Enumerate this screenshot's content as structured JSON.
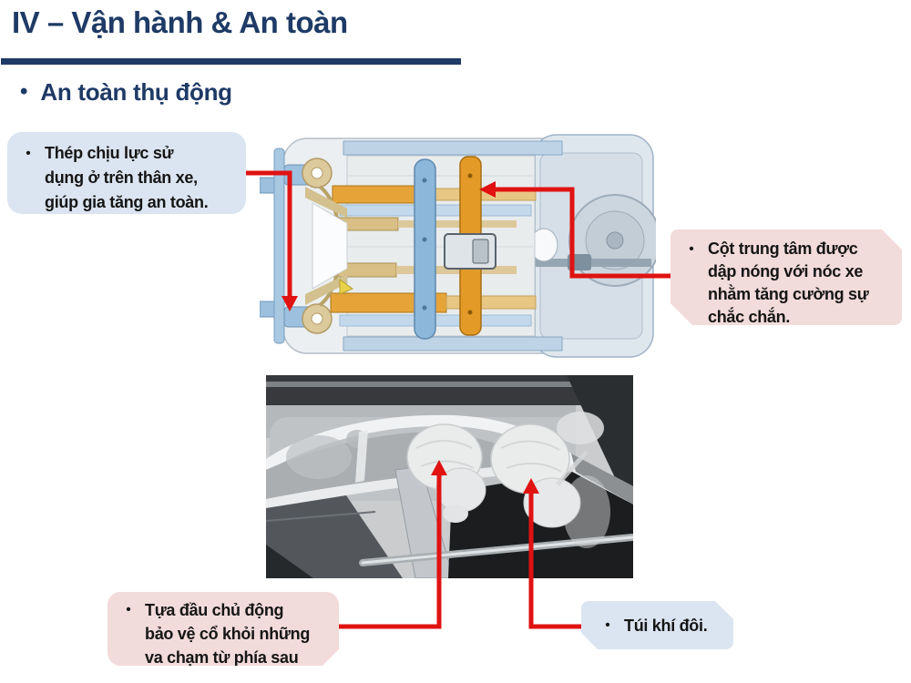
{
  "slide": {
    "title": "IV – Vận hành & An toàn",
    "bullet_char": "•",
    "section_heading": "An toàn thụ động"
  },
  "callouts": {
    "steel": {
      "bullet": "•",
      "text": "Thép chịu lực sử\ndụng ở trên thân xe,\ngiúp gia tăng an toàn."
    },
    "pillar": {
      "bullet": "•",
      "text": "Cột trung tâm được\ndập nóng với nóc xe\nnhằm tăng cường sự\nchắc chắn."
    },
    "headrest": {
      "bullet": "•",
      "text": "Tựa đầu chủ động\nbảo vệ cổ khỏi những\nva chạm từ phía sau"
    },
    "airbag": {
      "bullet": "•",
      "text": "Túi khí đôi."
    }
  },
  "images": {
    "chassis": {
      "name": "car-underbody-chassis-diagram"
    },
    "interior": {
      "name": "dual-airbag-deployment-photo"
    }
  },
  "colors": {
    "navy": "#1E3A66",
    "arrow_red": "#E01212",
    "callout_blue": "#DBE5F1",
    "callout_pink": "#F2DBDB",
    "ink": "#151515"
  }
}
